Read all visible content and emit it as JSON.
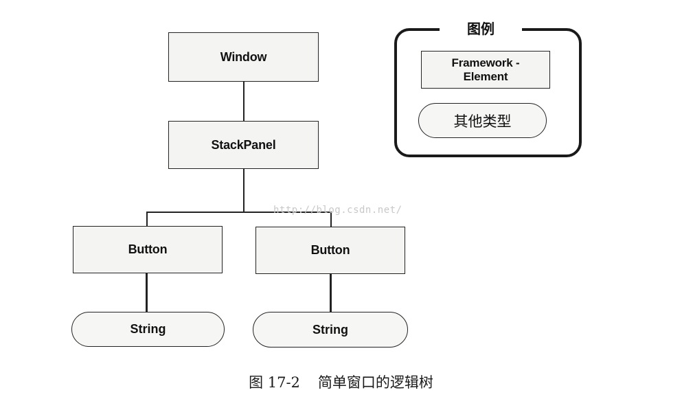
{
  "diagram": {
    "nodes": {
      "window": "Window",
      "stackpanel": "StackPanel",
      "button_left": "Button",
      "button_right": "Button",
      "string_left": "String",
      "string_right": "String"
    },
    "legend": {
      "title": "图例",
      "framework_element": "Framework -\nElement",
      "other_types": "其他类型"
    },
    "watermark": "http://blog.csdn.net/",
    "caption": {
      "figure_number": "图 17-2",
      "text": "简单窗口的逻辑树"
    }
  }
}
